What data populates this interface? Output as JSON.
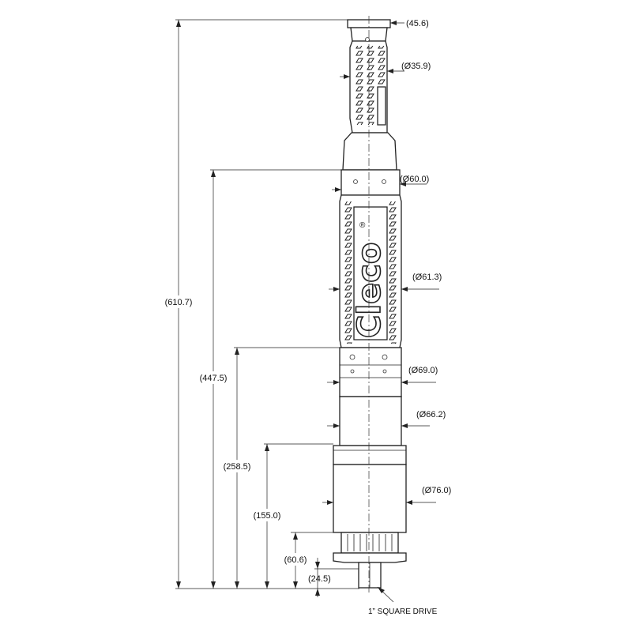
{
  "dimensions": {
    "overall_length": "(610.7)",
    "length_447": "(447.5)",
    "length_258": "(258.5)",
    "length_155": "(155.0)",
    "length_60": "(60.6)",
    "length_24": "(24.5)",
    "top_width": "(45.6)",
    "dia_35": "(Ø35.9)",
    "dia_60": "(Ø60.0)",
    "dia_61": "(Ø61.3)",
    "dia_69": "(Ø69.0)",
    "dia_66": "(Ø66.2)",
    "dia_76": "(Ø76.0)"
  },
  "notes": {
    "drive": "1” SQUARE DRIVE"
  },
  "logo": {
    "text": "Cleco",
    "mark": "®"
  }
}
